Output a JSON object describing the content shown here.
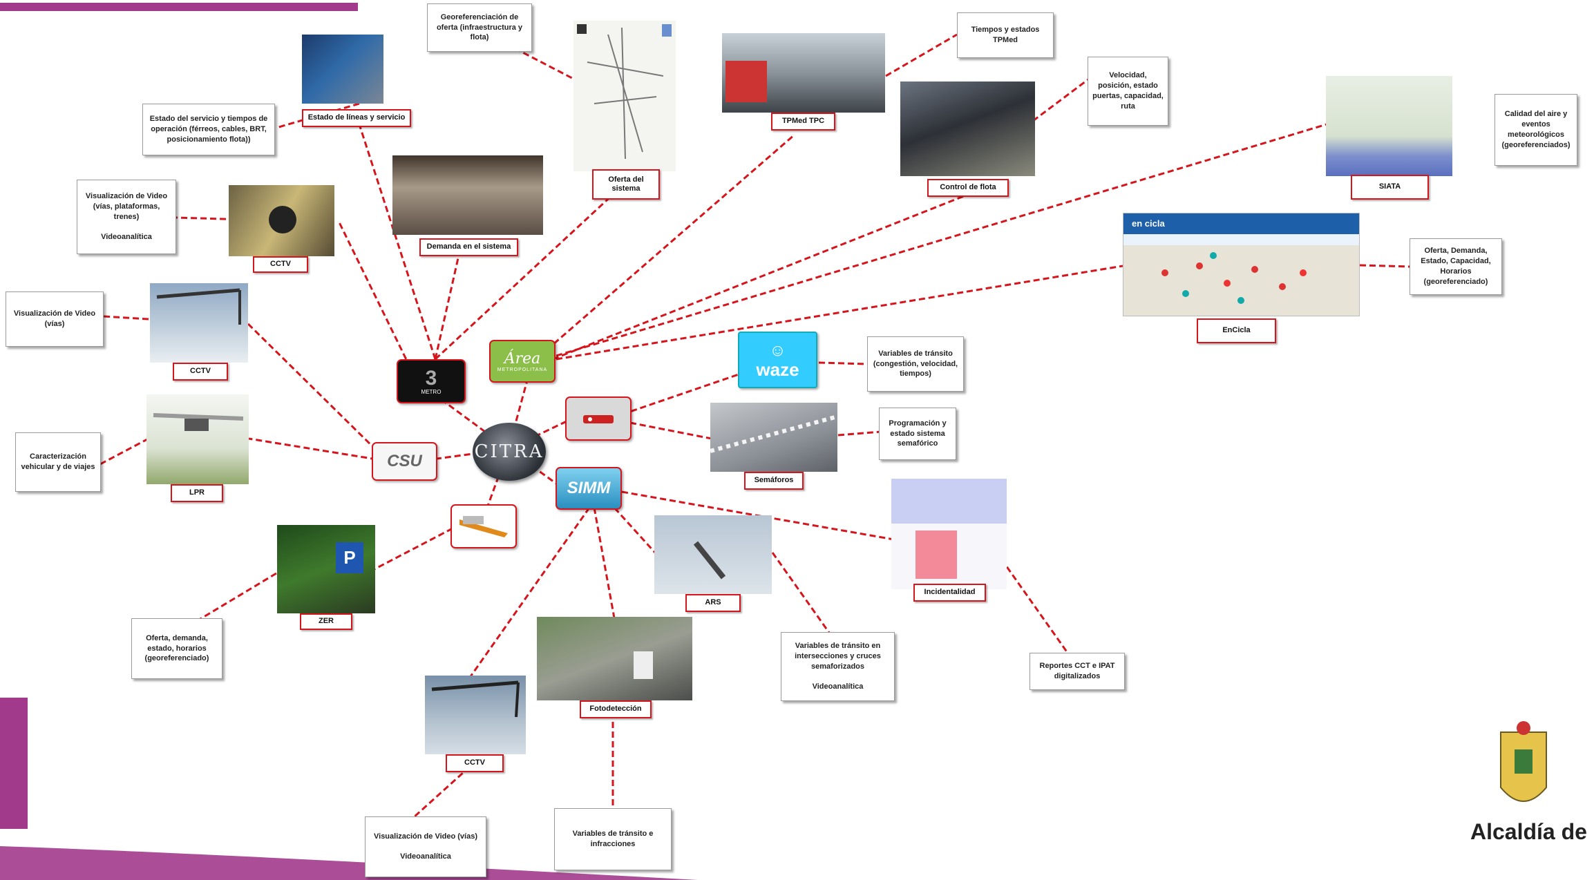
{
  "center": {
    "label": "CITRA"
  },
  "hubs": {
    "metro": "METRO",
    "area": "Área",
    "area_sub": "METROPOLITANA",
    "csu": "CSU",
    "simm": "SIMM",
    "waze": "waze"
  },
  "nodes": {
    "estado_lineas": {
      "label": "Estado de líneas y servicio",
      "desc": "Estado del servicio y tiempos de operación (férreos, cables, BRT, posicionamiento flota))"
    },
    "oferta_sistema": {
      "label": "Oferta del sistema",
      "desc": "Georeferenciación de oferta (infraestructura y flota)"
    },
    "demanda": {
      "label": "Demanda en el sistema"
    },
    "tpmed": {
      "label": "TPMed TPC",
      "desc": "Tiempos y estados TPMed"
    },
    "control_flota": {
      "label": "Control de flota",
      "desc": "Velocidad, posición, estado puertas, capacidad, ruta"
    },
    "siata": {
      "label": "SIATA",
      "desc": "Calidad del aire y eventos meteorológicos (georeferenciados)"
    },
    "encicla": {
      "label": "EnCicla",
      "desc": "Oferta, Demanda, Estado, Capacidad, Horarios (georeferenciado)"
    },
    "cctv_metro": {
      "label": "CCTV",
      "desc": "Visualización de Video (vías, plataformas, trenes)",
      "extra": "Videoanalítica"
    },
    "cctv_vias": {
      "label": "CCTV",
      "desc": "Visualización de Video (vías)"
    },
    "lpr": {
      "label": "LPR",
      "desc": "Caracterización vehicular y de viajes"
    },
    "zer": {
      "label": "ZER",
      "desc": "Oferta, demanda, estado, horarios (georeferenciado)"
    },
    "waze": {
      "desc": "Variables de tránsito (congestión, velocidad, tiempos)"
    },
    "semaforos": {
      "label": "Semáforos",
      "desc": "Programación y estado sistema semafórico"
    },
    "ars": {
      "label": "ARS",
      "desc": "Variables de tránsito en intersecciones y cruces semaforizados",
      "extra": "Videoanalítica"
    },
    "incidentalidad": {
      "label": "Incidentalidad",
      "desc": "Reportes CCT e IPAT digitalizados"
    },
    "fotodeteccion": {
      "label": "Fotodetección",
      "desc": "Variables de tránsito e infracciones"
    },
    "cctv_bottom": {
      "label": "CCTV",
      "desc": "Visualización de Video (vías)",
      "extra": "Videoanalítica"
    }
  },
  "encicla_ui": {
    "brand": "en cicla"
  },
  "footer": {
    "alcaldia": "Alcaldía de Med"
  },
  "colors": {
    "connector": "#d6141b",
    "accent_bar": "#a23a8c"
  }
}
